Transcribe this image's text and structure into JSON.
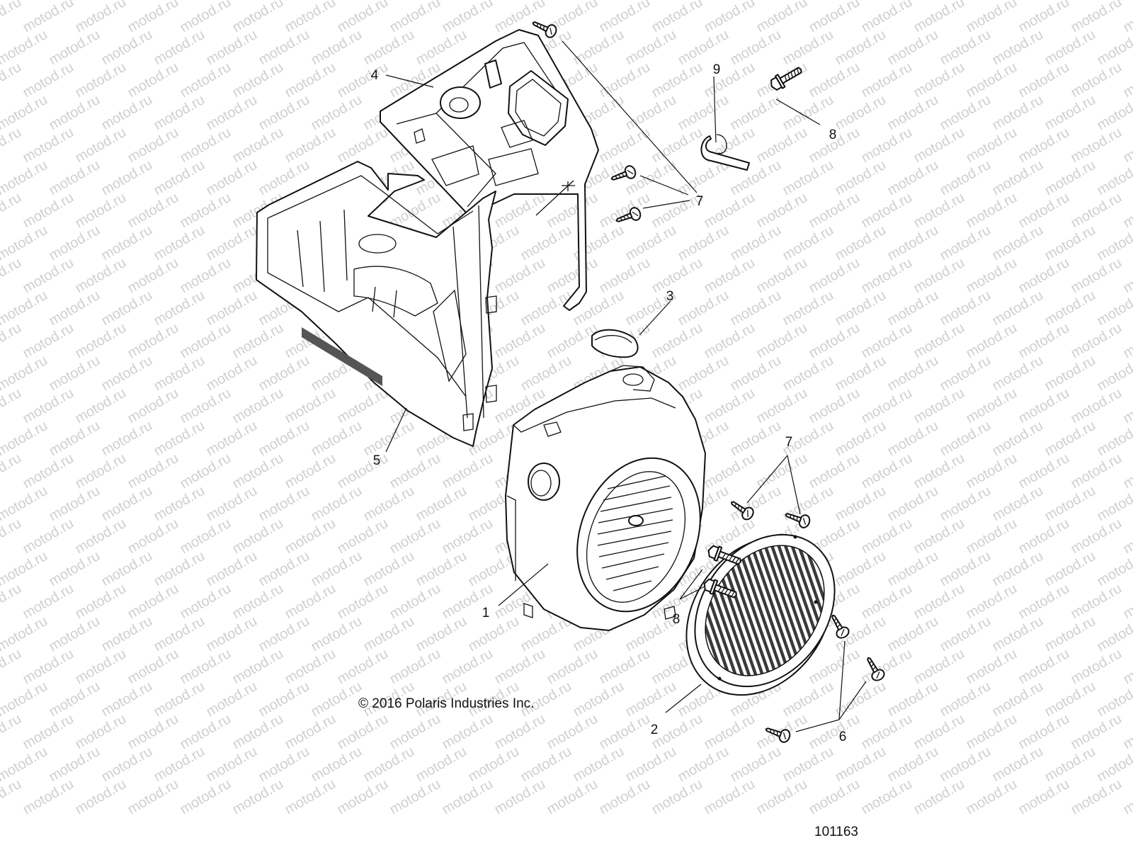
{
  "diagram": {
    "watermark_text": "motod.ru",
    "copyright": "© 2016 Polaris Industries Inc.",
    "drawing_number": "101163",
    "callouts": [
      {
        "id": "c1",
        "label": "1"
      },
      {
        "id": "c2",
        "label": "2"
      },
      {
        "id": "c3",
        "label": "3"
      },
      {
        "id": "c4",
        "label": "4"
      },
      {
        "id": "c5",
        "label": "5"
      },
      {
        "id": "c6",
        "label": "6"
      },
      {
        "id": "c7a",
        "label": "7"
      },
      {
        "id": "c7b",
        "label": "7"
      },
      {
        "id": "c8a",
        "label": "8"
      },
      {
        "id": "c8b",
        "label": "8"
      },
      {
        "id": "c9",
        "label": "9"
      }
    ]
  }
}
